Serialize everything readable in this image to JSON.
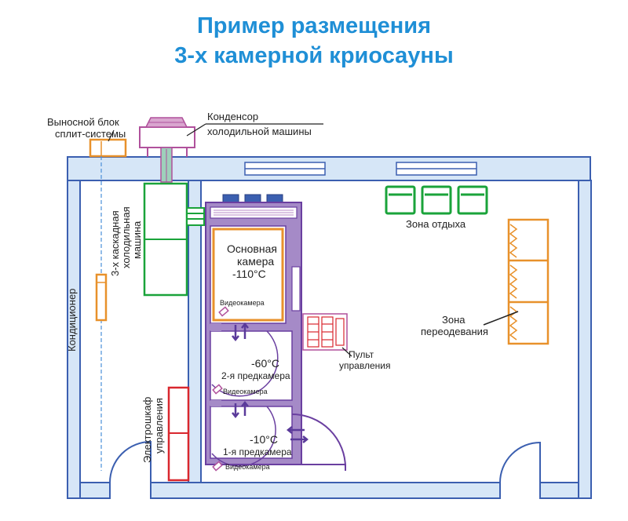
{
  "title": {
    "line1": "Пример размещения",
    "line2": "3-х камерной криосауны"
  },
  "labels": {
    "split_line1": "Выносной блок",
    "split_line2": "сплит-системы",
    "condenser_line1": "Конденсор",
    "condenser_line2": "холодильной машины",
    "cascade_line1": "3-х каскадная",
    "cascade_line2": "холодильная",
    "cascade_line3": "машина",
    "conditioner": "Кондиционер",
    "main_line1": "Основная",
    "main_line2": "камера",
    "main_temp": "-110°С",
    "camera1": "Видеокамера",
    "camera2": "Видеокамера",
    "camera3": "Видеокамера",
    "pre2_temp": "-60°С",
    "pre2_name": "2-я предкамера",
    "pre1_temp": "-10°С",
    "pre1_name": "1-я предкамера",
    "control_line1": "Пульт",
    "control_line2": "управления",
    "cabinet_line1": "Электрошкаф",
    "cabinet_line2": "управления",
    "rest_zone": "Зона отдыха",
    "change_line1": "Зона",
    "change_line2": "переодевания"
  },
  "colors": {
    "title": "#1f8fd6",
    "wall_fill": "#d6e6f7",
    "wall_stroke": "#3b5fb0",
    "sauna_frame": "#a58ac7",
    "sauna_border": "#6a3fa0",
    "orange": "#e8912b",
    "green": "#1aa33a",
    "red": "#d9272e",
    "pink": "#b0519c"
  }
}
